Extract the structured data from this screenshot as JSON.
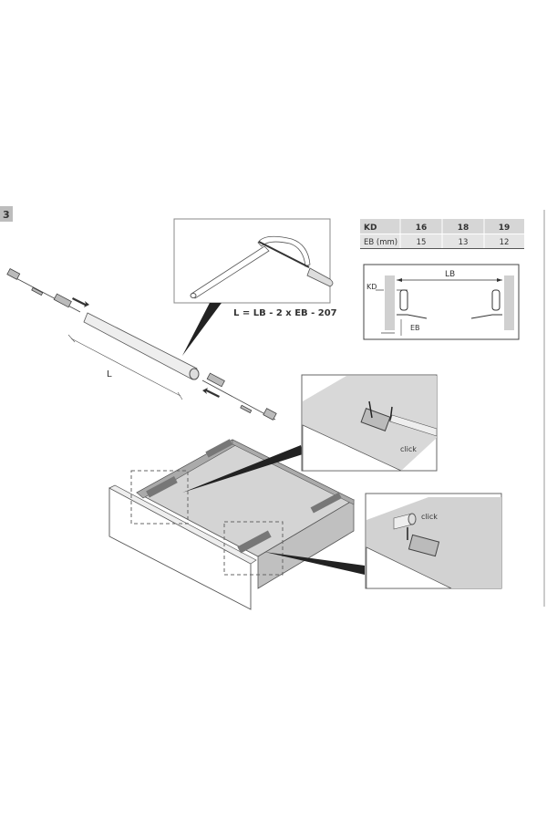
{
  "step": {
    "number": "3"
  },
  "formula": "L = LB - 2 x EB - 207",
  "rod_label": "L",
  "table": {
    "header": [
      "KD",
      "16",
      "18",
      "19"
    ],
    "row": [
      "EB (mm)",
      "15",
      "13",
      "12"
    ]
  },
  "section_diagram": {
    "lb": "LB",
    "kd": "KD",
    "eb": "EB"
  },
  "insets": {
    "click_top": "click",
    "click_bottom": "click"
  },
  "colors": {
    "badge": "#bdbdbd",
    "table_header": "#d6d6d6",
    "table_row": "#e4e4e4",
    "panel": "#cfcfcf"
  }
}
